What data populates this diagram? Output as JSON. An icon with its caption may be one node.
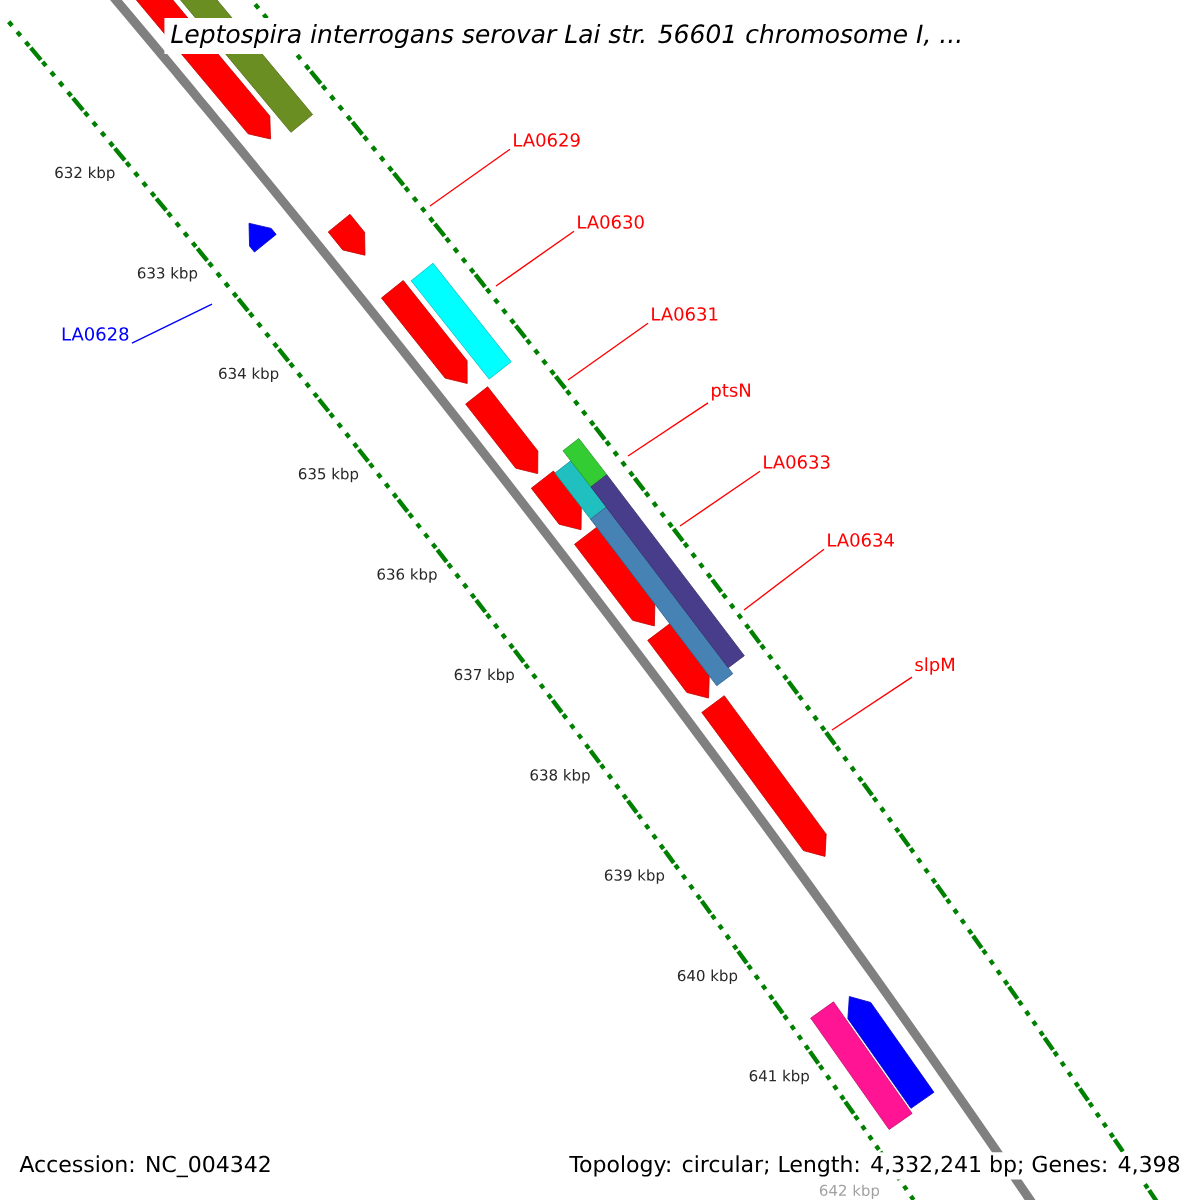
{
  "diagram": {
    "title": "*Leptospira interrogans* serovar Lai str. 56601 chromosome I, ...",
    "nodes": [
      {
        "text": [
          "LA0629"
        ]
      },
      {
        "text": [
          "LA0630"
        ]
      },
      {
        "text": [
          "LA0631"
        ]
      },
      {
        "text": [
          "ptsN"
        ]
      },
      {
        "text": [
          "LA0633"
        ]
      },
      {
        "text": [
          "LA0634"
        ]
      },
      {
        "text": [
          "slpM"
        ]
      },
      {
        "text": [
          "LA0628"
        ]
      }
    ],
    "edges": [
      {
        "from": 0,
        "to": null,
        "arrow": "none"
      },
      {
        "from": 1,
        "to": null,
        "arrow": "none"
      },
      {
        "from": 2,
        "to": null,
        "arrow": "none"
      },
      {
        "from": 3,
        "to": null,
        "arrow": "none"
      },
      {
        "from": 4,
        "to": null,
        "arrow": "none"
      },
      {
        "from": 5,
        "to": null,
        "arrow": "none"
      },
      {
        "from": 6,
        "to": null,
        "arrow": "none"
      },
      {
        "from": 7,
        "to": null,
        "arrow": "none",
        "color": "#0000ff"
      }
    ],
    "labels": [
      "632 kbp",
      "633 kbp",
      "634 kbp",
      "635 kbp",
      "636 kbp",
      "637 kbp",
      "638 kbp",
      "639 kbp",
      "640 kbp",
      "641 kbp",
      "642 kbp",
      "Accession: NC_004342",
      "Topology: circular; Length: 4,332,241 bp; Genes: 4,398"
    ]
  }
}
